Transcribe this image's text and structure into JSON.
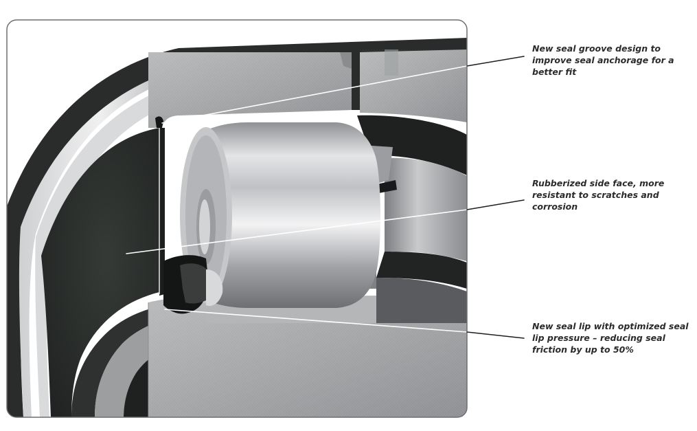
{
  "callouts": [
    {
      "id": "seal-groove",
      "text": "New seal groove design to improve seal anchorage for a better fit"
    },
    {
      "id": "rubberized-face",
      "text": "Rubberized side face, more resistant to scratches and corrosion"
    },
    {
      "id": "seal-lip",
      "text": "New seal lip with optimized seal lip pressure – reducing seal friction by up to 50%"
    }
  ],
  "colors": {
    "frame": "#6e6e6e",
    "rubber": "#2b2e2c",
    "steel_light": "#c8c9cb",
    "steel_mid": "#a9abad",
    "leader_line": "#1e1e1e",
    "text": "#2b2b2b"
  },
  "icons": [
    "bearing-cross-section-illustration"
  ]
}
